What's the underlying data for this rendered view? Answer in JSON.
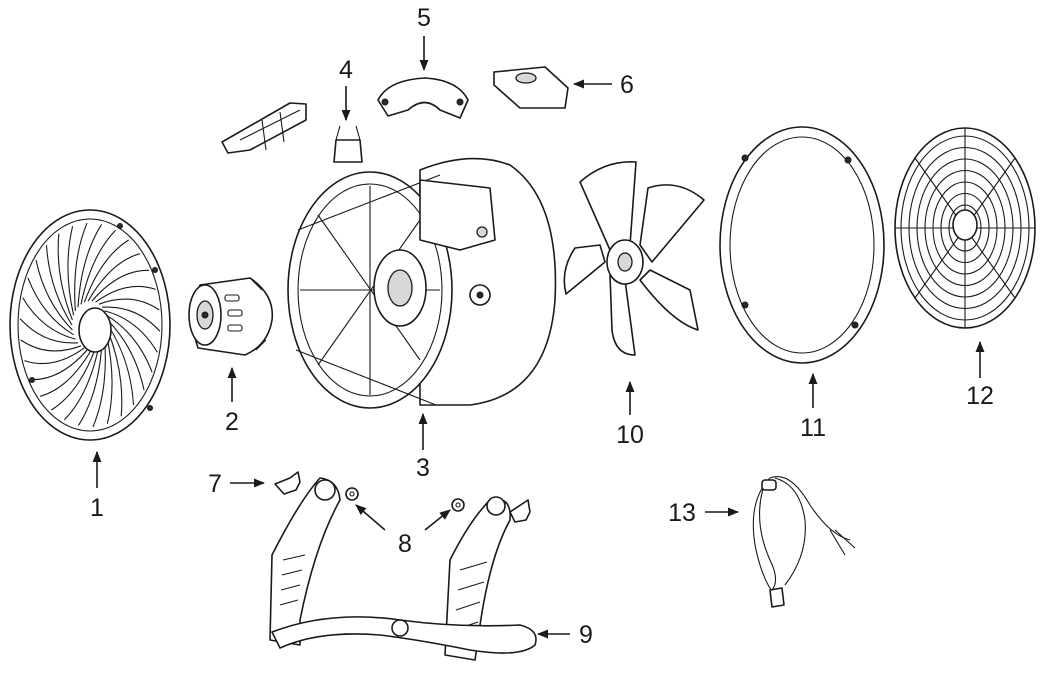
{
  "labels": {
    "p1": "1",
    "p2": "2",
    "p3": "3",
    "p4": "4",
    "p5": "5",
    "p6": "6",
    "p7": "7",
    "p8": "8",
    "p9": "9",
    "p10": "10",
    "p11": "11",
    "p12": "12",
    "p13": "13"
  },
  "colors": {
    "line": "#1a1a1a",
    "background": "#ffffff",
    "shade": "#d8d8d8"
  }
}
